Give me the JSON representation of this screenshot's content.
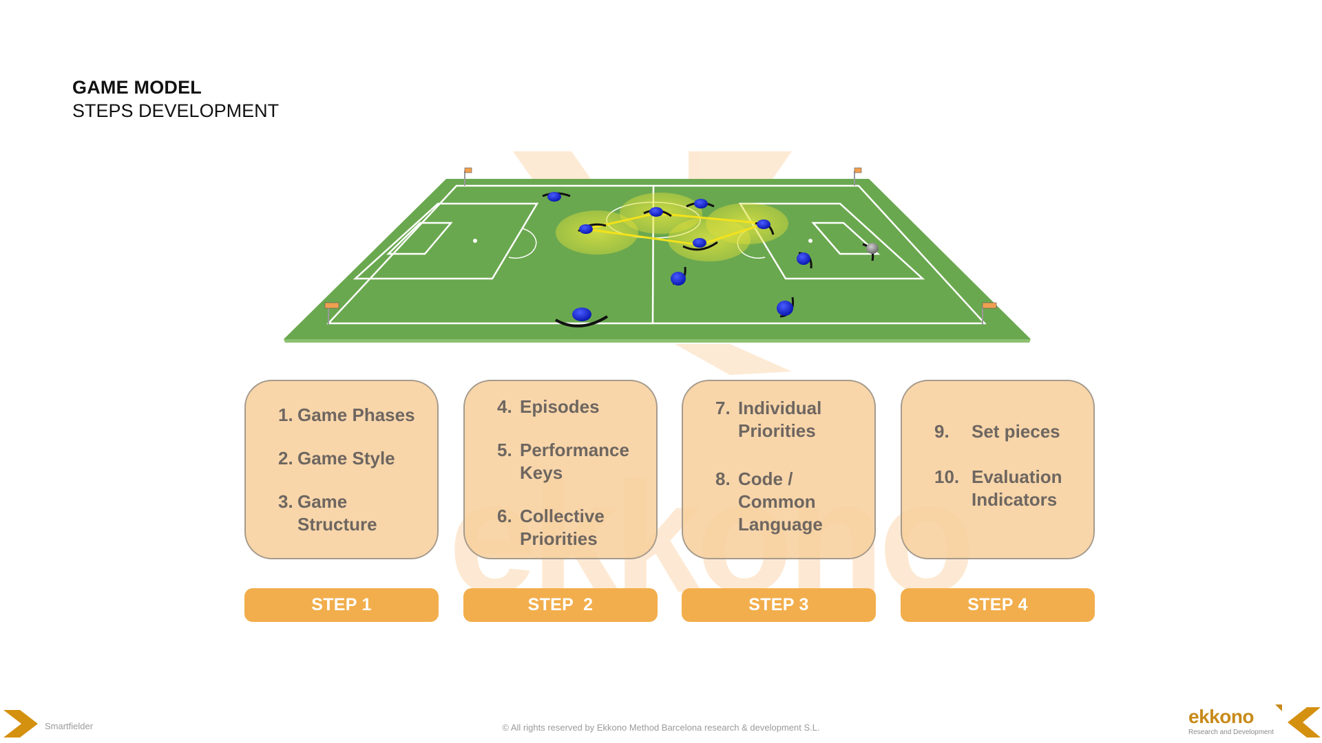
{
  "header": {
    "title": "GAME MODEL",
    "subtitle": "STEPS DEVELOPMENT"
  },
  "watermark": {
    "text": "ekkono",
    "color": "#fde3c4"
  },
  "pitch": {
    "field_color": "#6aa84f",
    "line_color": "#ffffff",
    "player_color": "#1a2fd6",
    "goalkeeper_color": "#8a8a8a",
    "zone_color": "#e6e83a",
    "flag_color": "#f0a050"
  },
  "steps": [
    {
      "label": "STEP 1",
      "items": [
        {
          "num": "1.",
          "text": "Game Phases"
        },
        {
          "num": "2.",
          "text": "Game Style"
        },
        {
          "num": "3.",
          "text": "Game Structure"
        }
      ]
    },
    {
      "label": "STEP  2",
      "items": [
        {
          "num": "4.",
          "text": "Episodes"
        },
        {
          "num": "5.",
          "text": "Performance Keys"
        },
        {
          "num": "6.",
          "text": "Collective Priorities"
        }
      ]
    },
    {
      "label": "STEP 3",
      "items": [
        {
          "num": "7.",
          "text": "Individual Priorities"
        },
        {
          "num": "8.",
          "text": "Code / Common Language"
        }
      ]
    },
    {
      "label": "STEP 4",
      "items": [
        {
          "num": "9.",
          "text": "Set pieces"
        },
        {
          "num": "10.",
          "text": "Evaluation Indicators"
        }
      ]
    }
  ],
  "colors": {
    "box_fill": "#f7cf9b",
    "box_border": "#a59a8c",
    "step_button": "#f2ae4c",
    "item_text": "#6e6660",
    "brand": "#c88a1a"
  },
  "footer": {
    "left_label": "Smartfielder",
    "copyright": "© All rights reserved by Ekkono Method Barcelona research & development S.L.",
    "logo_text": "ekkono",
    "logo_tagline": "Research and Development"
  }
}
